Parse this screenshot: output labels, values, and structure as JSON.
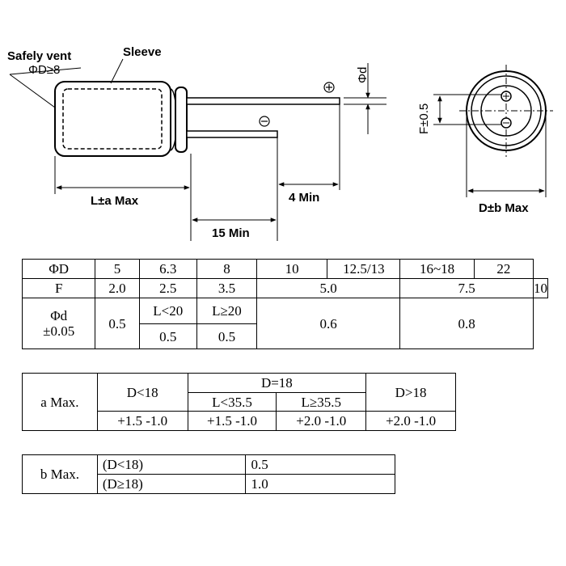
{
  "diagram": {
    "safety_vent": "Safely vent",
    "phi_d_min": "ΦD≥8",
    "sleeve": "Sleeve",
    "phi_d_lead": "Φd",
    "f_label": "F±0.5",
    "l_label": "L±a Max",
    "four_min": "4 Min",
    "fifteen_min": "15 Min",
    "d_label": "D±b Max",
    "plus": "+",
    "minus": "−"
  },
  "table1": {
    "phi_D_header": "ΦD",
    "diameters": [
      "5",
      "6.3",
      "8",
      "10",
      "12.5/13",
      "16~18",
      "22"
    ],
    "F_header": "F",
    "F_values": [
      "2.0",
      "2.5",
      "3.5",
      "5.0",
      "7.5",
      "10"
    ],
    "phi_d_header_1": "Φd",
    "phi_d_header_2": "±0.05",
    "d_5": "0.5",
    "l_lt20": "L<20",
    "l_ge20": "L≥20",
    "d_6_3": "0.5",
    "d_8": "0.5",
    "d_10_13": "0.6",
    "d_16_22": "0.8"
  },
  "table2": {
    "label": "a Max.",
    "d_lt18": "D<18",
    "d_eq18": "D=18",
    "l_lt355": "L<35.5",
    "l_ge355": "L≥35.5",
    "d_gt18": "D>18",
    "values": [
      "+1.5 -1.0",
      "+1.5 -1.0",
      "+2.0 -1.0",
      "+2.0 -1.0"
    ]
  },
  "table3": {
    "label": "b Max.",
    "rows": [
      {
        "cond": "(D<18)",
        "value": "0.5"
      },
      {
        "cond": "(D≥18)",
        "value": "1.0"
      }
    ]
  }
}
